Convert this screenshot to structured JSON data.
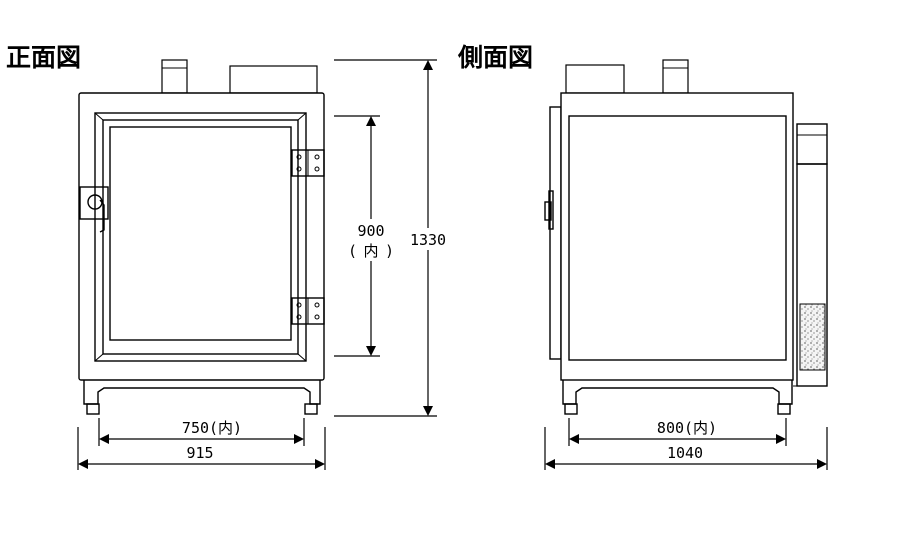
{
  "titles": {
    "front": "正面図",
    "side": "側面図"
  },
  "dimensions": {
    "front_inner_height": "900",
    "front_inner_height_note": "(内)",
    "front_total_height": "1330",
    "front_inner_width": "750(内)",
    "front_total_width": "915",
    "side_inner_depth": "800(内)",
    "side_total_depth": "1040"
  },
  "colors": {
    "line": "#000000",
    "background": "#ffffff",
    "speckle_fill": "#f4f4f4"
  }
}
